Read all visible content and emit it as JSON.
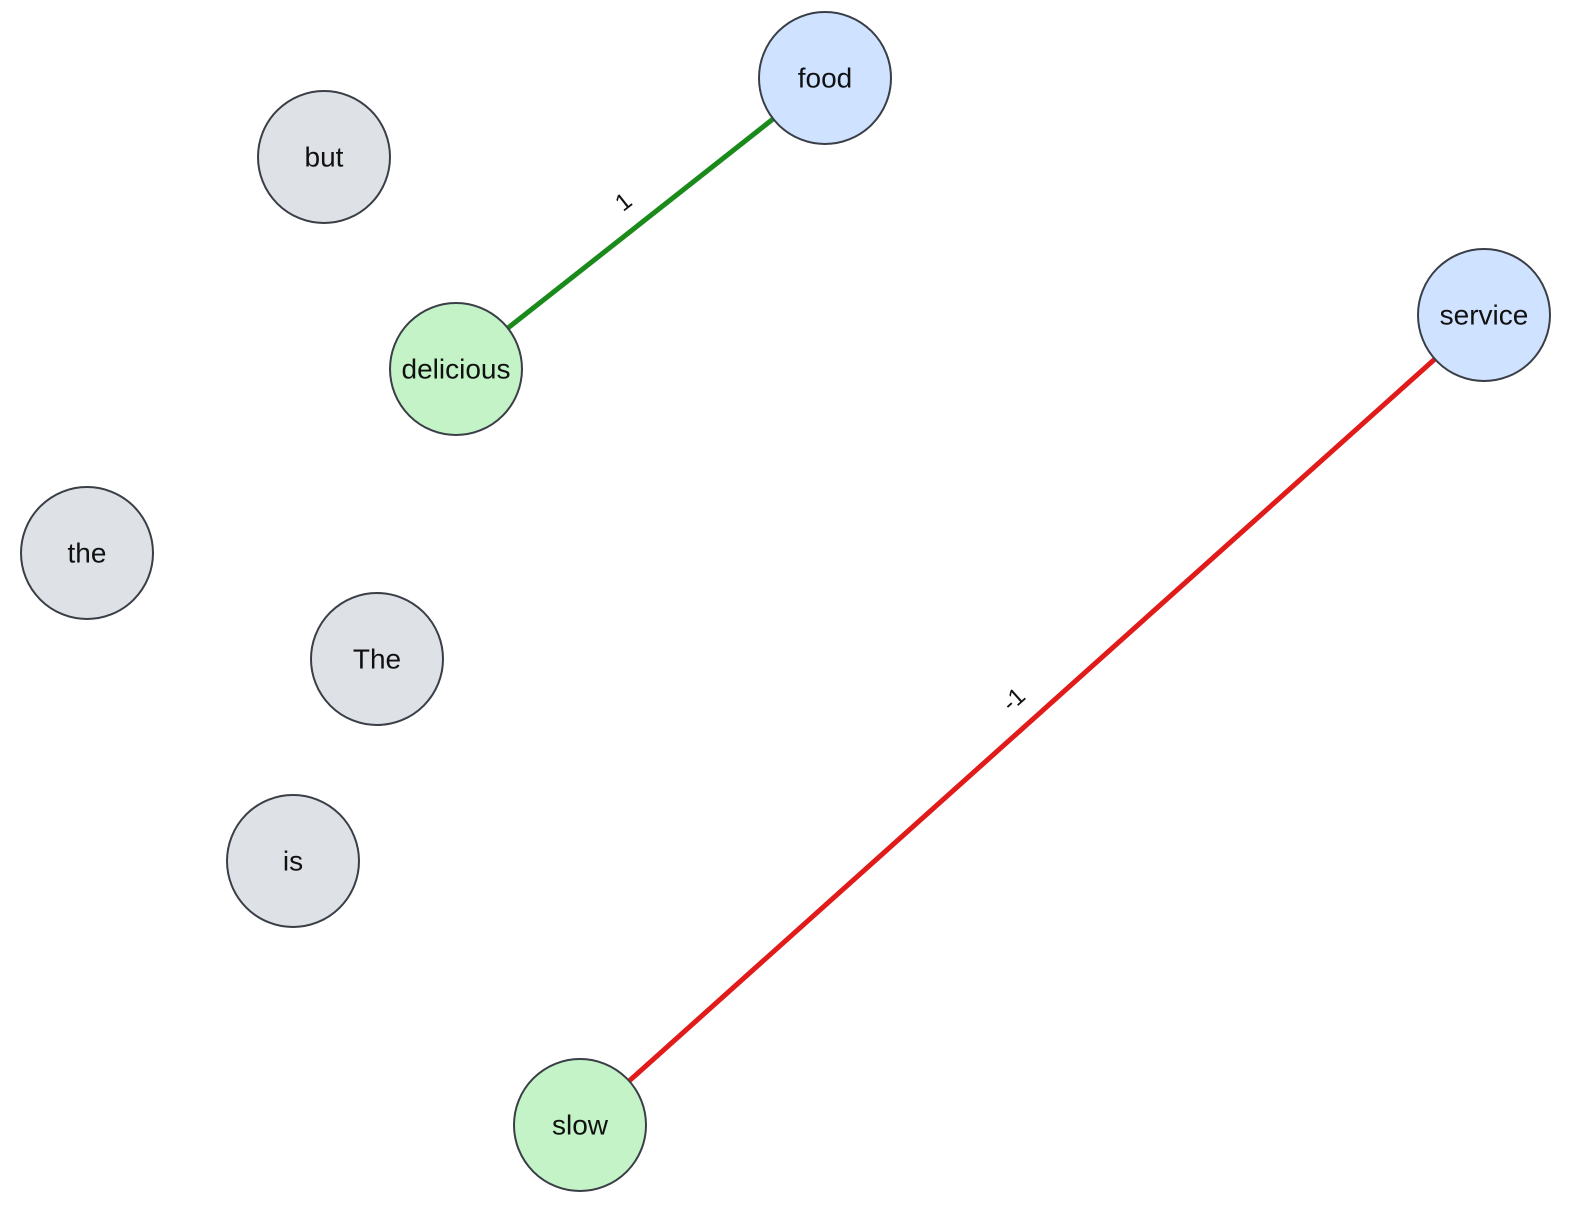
{
  "colors": {
    "aspect_fill": "#cfe2ff",
    "opinion_fill": "#c3f3c6",
    "neutral_fill": "#dee1e6",
    "positive_edge": "#1a8a1a",
    "negative_edge": "#e11a1a"
  },
  "nodes": [
    {
      "id": "food",
      "label": "food",
      "kind": "aspect"
    },
    {
      "id": "service",
      "label": "service",
      "kind": "aspect"
    },
    {
      "id": "delicious",
      "label": "delicious",
      "kind": "opinion"
    },
    {
      "id": "slow",
      "label": "slow",
      "kind": "opinion"
    },
    {
      "id": "but",
      "label": "but",
      "kind": "neutral"
    },
    {
      "id": "the",
      "label": "the",
      "kind": "neutral"
    },
    {
      "id": "The",
      "label": "The",
      "kind": "neutral"
    },
    {
      "id": "is",
      "label": "is",
      "kind": "neutral"
    }
  ],
  "edges": [
    {
      "from": "delicious",
      "to": "food",
      "label": "1",
      "polarity": "positive"
    },
    {
      "from": "slow",
      "to": "service",
      "label": "-1",
      "polarity": "negative"
    }
  ]
}
